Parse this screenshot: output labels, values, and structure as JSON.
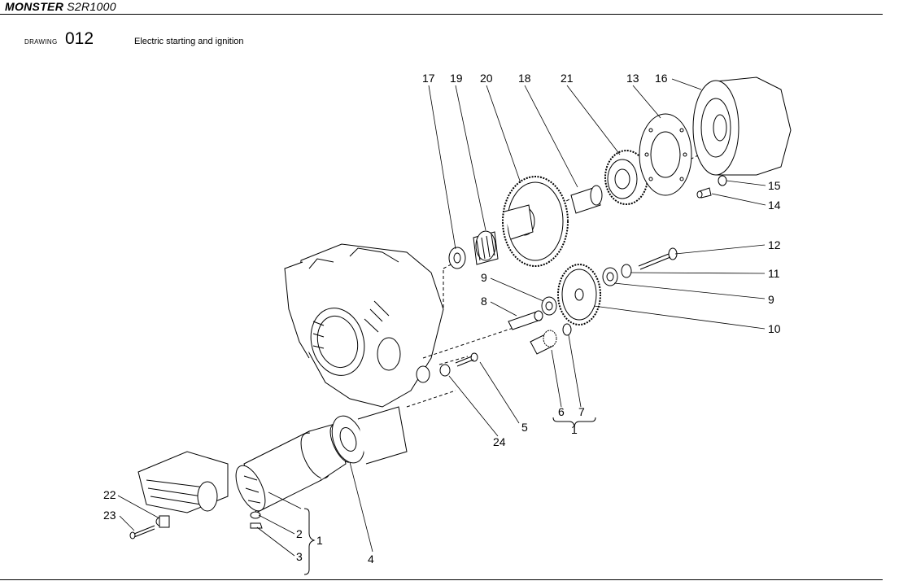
{
  "header": {
    "brand_bold": "MONSTER",
    "brand_rest": " S2R1000"
  },
  "drawing": {
    "label": "DRAWING",
    "number": "012",
    "title": "Electric starting and ignition"
  },
  "callouts": {
    "c17": "17",
    "c19": "19",
    "c20": "20",
    "c18": "18",
    "c21": "21",
    "c13": "13",
    "c16": "16",
    "c15": "15",
    "c14": "14",
    "c12": "12",
    "c11": "11",
    "c9a": "9",
    "c9b": "9",
    "c8": "8",
    "c10": "10",
    "c6": "6",
    "c7": "7",
    "c1a": "1",
    "c5": "5",
    "c24": "24",
    "c22": "22",
    "c23": "23",
    "c2": "2",
    "c3": "3",
    "c1b": "1",
    "c4": "4"
  }
}
